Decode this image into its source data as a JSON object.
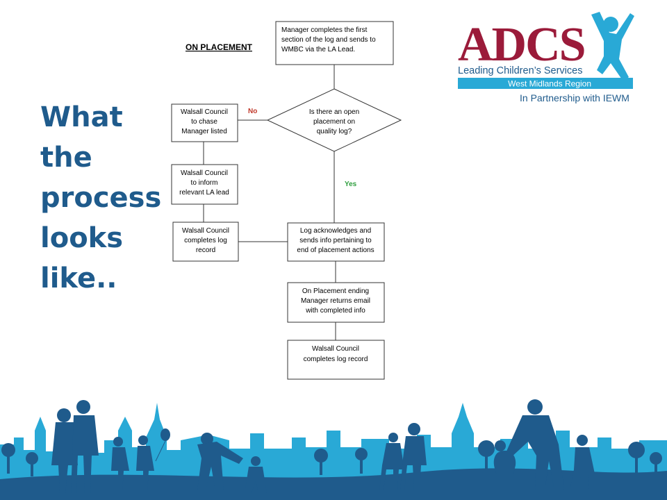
{
  "slide": {
    "title_lines": [
      "What",
      "the",
      "process",
      "looks",
      "like.."
    ]
  },
  "flowchart": {
    "heading": "ON PLACEMENT",
    "nodes": {
      "manager_first": [
        "Manager completes the first",
        "section of the log and sends to",
        "WMBC via the LA Lead."
      ],
      "decision": [
        "Is there an open",
        "placement on",
        "quality log?"
      ],
      "chase": [
        "Walsall Council",
        "to chase",
        "Manager listed"
      ],
      "inform": [
        "Walsall Council",
        "to inform",
        "relevant LA lead"
      ],
      "completes_left": [
        "Walsall Council",
        "completes log",
        "record"
      ],
      "acknowledge": [
        "Log acknowledges and",
        "sends info pertaining to",
        "end of placement actions"
      ],
      "ending": [
        "On Placement ending",
        "Manager returns email",
        "with completed info"
      ],
      "completes_final": [
        "Walsall Council",
        "completes log record"
      ]
    },
    "edge_labels": {
      "no": "No",
      "yes": "Yes"
    },
    "colors": {
      "no": "#c0392b",
      "yes": "#2e9e3e",
      "line": "#333333"
    }
  },
  "logo": {
    "wordmark": "ADCS",
    "tagline": "Leading Children’s Services",
    "region": "West Midlands Region",
    "partner": "In Partnership with IEWM",
    "colors": {
      "wordmark": "#9b1b3a",
      "accent": "#29a9d6",
      "tagline": "#1f5b8c"
    }
  },
  "decor": {
    "skyline_colors": [
      "#29a9d6",
      "#1f5b8c",
      "#7fcbe8"
    ]
  }
}
